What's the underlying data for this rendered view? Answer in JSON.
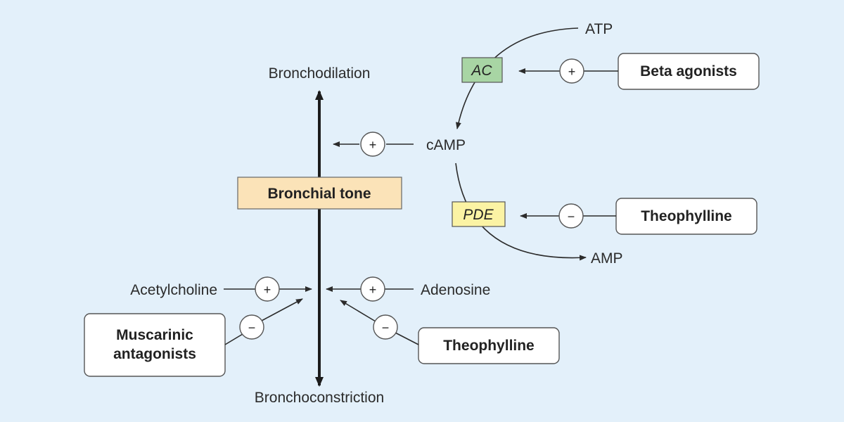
{
  "axis": {
    "top_label": "Bronchodilation",
    "bottom_label": "Bronchoconstriction",
    "center_label": "Bronchial tone"
  },
  "pathway": {
    "atp": "ATP",
    "ac": "AC",
    "camp": "cAMP",
    "pde": "PDE",
    "amp": "AMP"
  },
  "drugs": {
    "beta_agonists": "Beta agonists",
    "theophylline_pde": "Theophylline",
    "muscarinic_line1": "Muscarinic",
    "muscarinic_line2": "antagonists",
    "theophylline_adenosine": "Theophylline"
  },
  "mediators": {
    "acetylcholine": "Acetylcholine",
    "adenosine": "Adenosine"
  },
  "signs": {
    "beta_ac": "+",
    "camp_dilation": "+",
    "theophylline_pde": "−",
    "acetylcholine": "+",
    "adenosine": "+",
    "muscarinic": "−",
    "theophylline_adenosine": "−"
  },
  "colors": {
    "background": "#e3f0fa",
    "bronchial_tone_box": "#fbe3b8",
    "ac_box": "#a8d5a4",
    "pde_box": "#fbf3a4"
  }
}
